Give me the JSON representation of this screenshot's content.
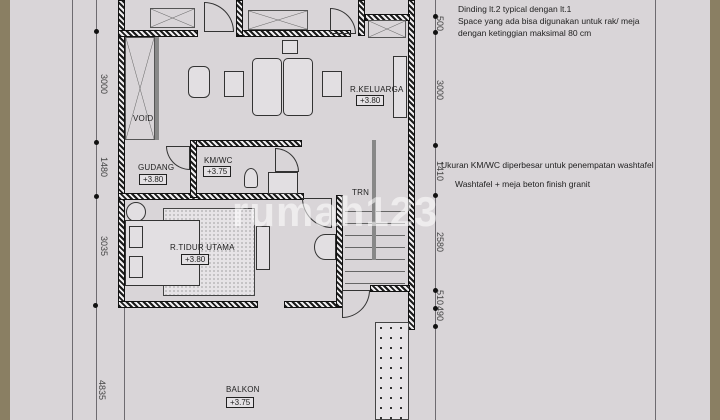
{
  "drawing": {
    "type": "floor-plan",
    "level": "2nd floor",
    "rooms": [
      {
        "id": "r-keluarga",
        "name": "R.KELUARGA",
        "elevation": "+3.80"
      },
      {
        "id": "void",
        "name": "VOID",
        "elevation": ""
      },
      {
        "id": "gudang",
        "name": "GUDANG",
        "elevation": "+3.80"
      },
      {
        "id": "kmwc",
        "name": "KM/WC",
        "elevation": "+3.75"
      },
      {
        "id": "r-tidur-utama",
        "name": "R.TIDUR UTAMA",
        "elevation": "+3.80"
      },
      {
        "id": "balkon",
        "name": "BALKON",
        "elevation": "+3.75"
      }
    ],
    "stair_label": "TRN",
    "dimensions_left": [
      "3000",
      "1480",
      "3035",
      "4835"
    ],
    "dimensions_right": [
      "500",
      "3000",
      "1410",
      "2580",
      "510",
      "490"
    ],
    "notes": [
      "Dinding lt.2 typical dengan lt.1",
      "Space yang ada bisa digunakan untuk rak/ meja",
      "dengan ketinggian maksimal 80 cm",
      "Ukuran KM/WC diperbesar untuk penempatan washtafel",
      "Washtafel + meja beton finish granit"
    ],
    "watermark": "rumah123"
  },
  "colors": {
    "paper": "#d9d5d8",
    "background": "#8a7f63",
    "ink": "#1b1b1b"
  }
}
